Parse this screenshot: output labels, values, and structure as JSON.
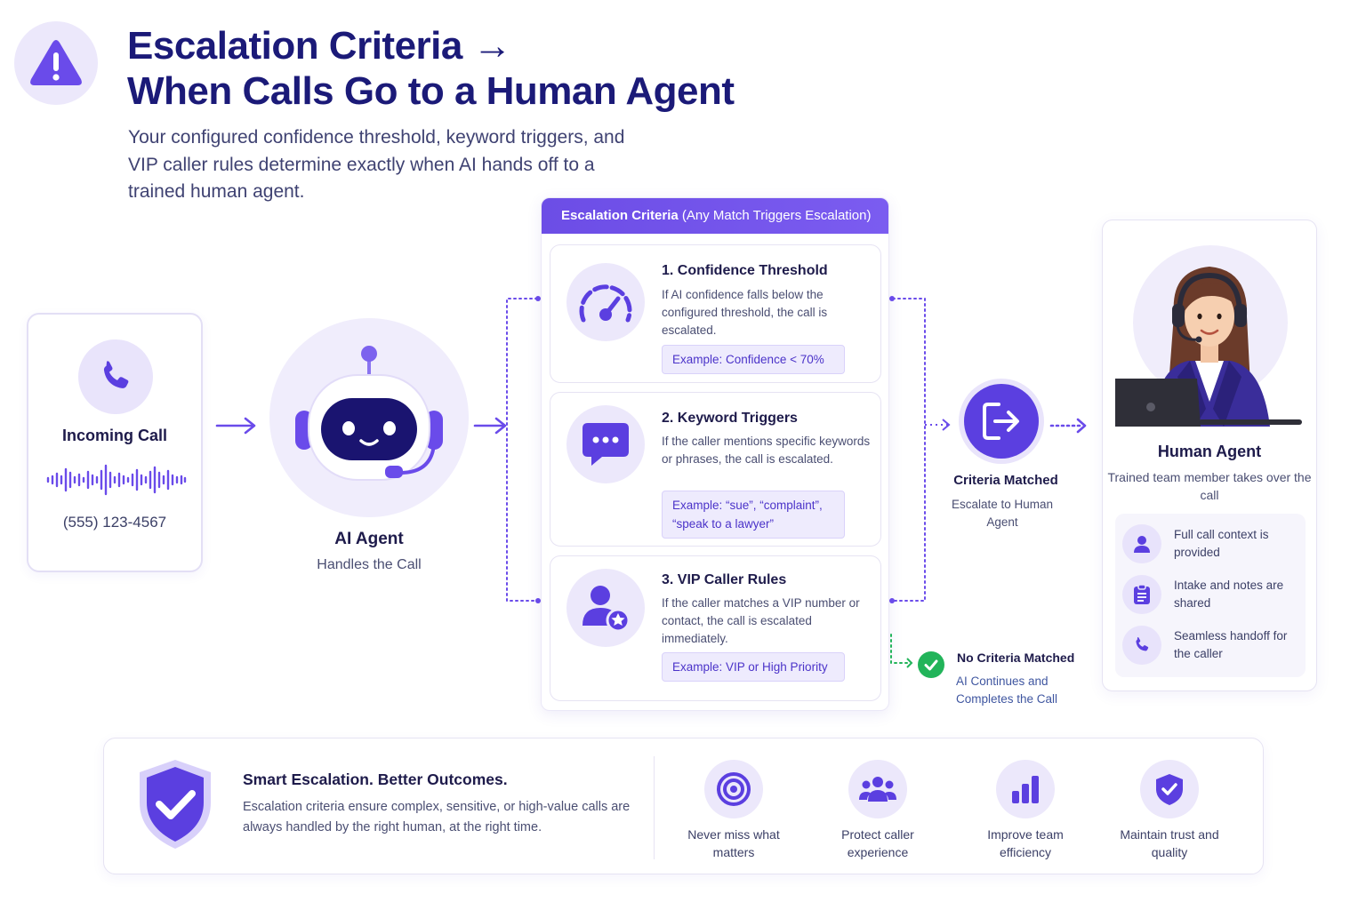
{
  "header": {
    "title_line1": "Escalation Criteria →",
    "title_line2": "When Calls Go to a Human Agent",
    "subtitle": "Your configured confidence threshold, keyword triggers, and VIP caller rules determine exactly when AI hands off to a trained human agent."
  },
  "incoming_call": {
    "title": "Incoming Call",
    "phone_number": "(555) 123-4567"
  },
  "ai_agent": {
    "title": "AI Agent",
    "subtitle": "Handles the Call"
  },
  "criteria_panel": {
    "header_bold": "Escalation Criteria",
    "header_rest": " (Any Match Triggers Escalation)",
    "items": [
      {
        "title": "1. Confidence Threshold",
        "description": "If AI confidence falls below the configured threshold, the call is escalated.",
        "example": "Example: Confidence < 70%",
        "icon": "gauge-icon"
      },
      {
        "title": "2. Keyword Triggers",
        "description": "If the caller mentions specific keywords or phrases, the call is escalated.",
        "example": "Example: “sue”, “complaint”, “speak to a lawyer”",
        "icon": "chat-bubble-icon"
      },
      {
        "title": "3. VIP Caller Rules",
        "description": "If the caller matches a VIP number or contact, the call is escalated immediately.",
        "example": "Example: VIP or High Priority",
        "icon": "vip-user-icon"
      }
    ]
  },
  "criteria_matched": {
    "title": "Criteria Matched",
    "subtitle": "Escalate to Human Agent"
  },
  "no_criteria_matched": {
    "title": "No Criteria Matched",
    "subtitle": "AI Continues and Completes the Call"
  },
  "human_agent": {
    "title": "Human Agent",
    "subtitle": "Trained team member takes over the call",
    "benefits": [
      {
        "label": "Full call context is provided",
        "icon": "user-icon"
      },
      {
        "label": "Intake and notes are shared",
        "icon": "clipboard-icon"
      },
      {
        "label": "Seamless handoff for the caller",
        "icon": "phone-icon"
      }
    ]
  },
  "bottom_bar": {
    "title": "Smart Escalation. Better Outcomes.",
    "description": "Escalation criteria ensure complex, sensitive, or high-value calls are always handled by the right human, at the right time.",
    "features": [
      {
        "label": "Never miss what matters",
        "icon": "target-icon"
      },
      {
        "label": "Protect caller experience",
        "icon": "group-icon"
      },
      {
        "label": "Improve team efficiency",
        "icon": "bar-chart-icon"
      },
      {
        "label": "Maintain trust and quality",
        "icon": "shield-check-icon"
      }
    ]
  },
  "colors": {
    "primary": "#5b3fe0",
    "title": "#1b1a78",
    "accent_light": "#ece8fb",
    "success": "#22b45a"
  }
}
